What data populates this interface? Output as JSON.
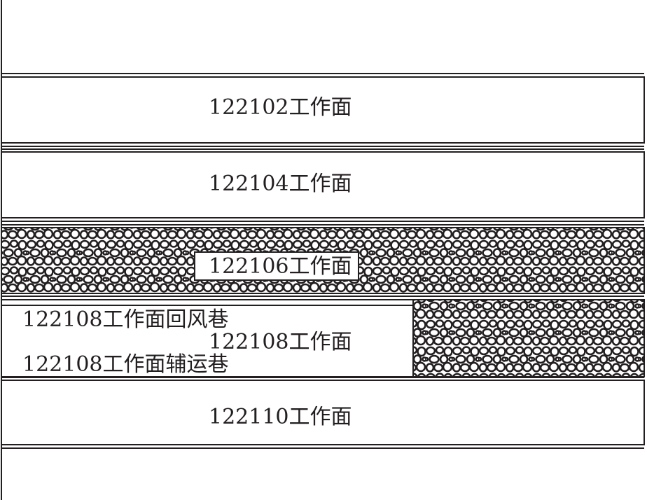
{
  "diagram": {
    "colors": {
      "line": "#231f20",
      "fill": "#ffffff",
      "gob_stone": "#231f20"
    },
    "labels": {
      "face_122102": "122102工作面",
      "face_122104": "122104工作面",
      "face_122106": "122106工作面",
      "face_122108": "122108工作面",
      "return_airway_122108": "122108工作面回风巷",
      "haulage_roadway_122108": "122108工作面辅运巷",
      "face_122110": "122110工作面"
    },
    "mined_out": [
      "122106工作面",
      "122108工作面 (partial, east end)"
    ]
  }
}
